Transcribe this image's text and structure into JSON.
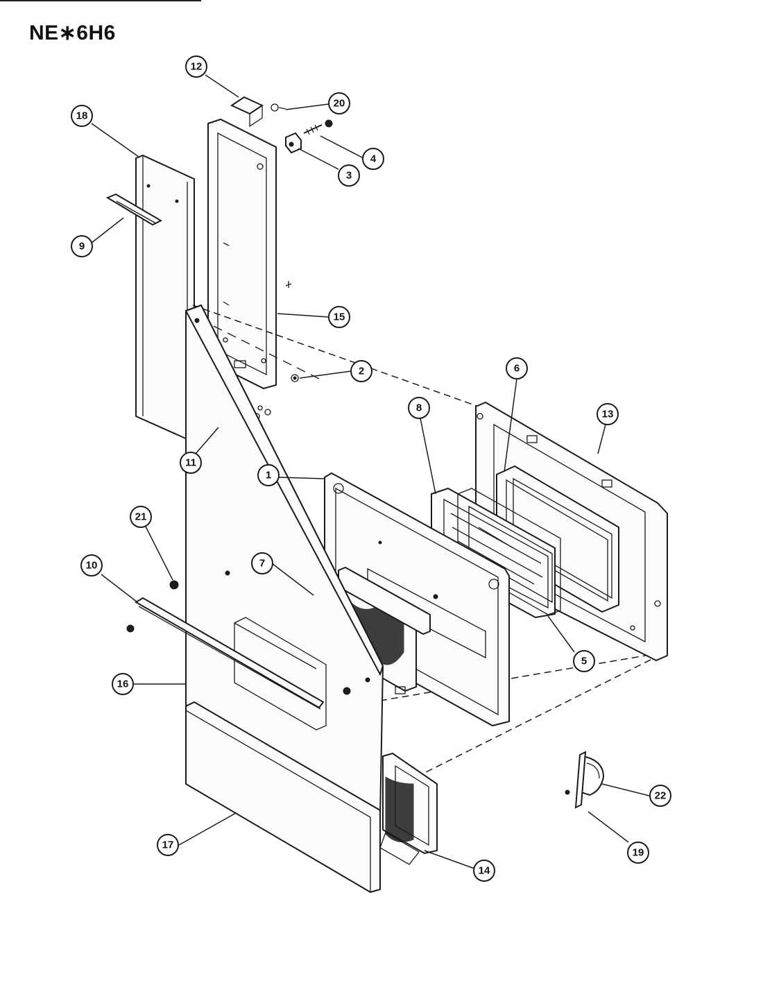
{
  "title": "NE∗6H6",
  "callouts": [
    {
      "id": "c12",
      "label": "12"
    },
    {
      "id": "c20",
      "label": "20"
    },
    {
      "id": "c18",
      "label": "18"
    },
    {
      "id": "c4",
      "label": "4"
    },
    {
      "id": "c3",
      "label": "3"
    },
    {
      "id": "c9",
      "label": "9"
    },
    {
      "id": "c15",
      "label": "15"
    },
    {
      "id": "c2",
      "label": "2"
    },
    {
      "id": "c11",
      "label": "11"
    },
    {
      "id": "c6",
      "label": "6"
    },
    {
      "id": "c8",
      "label": "8"
    },
    {
      "id": "c13",
      "label": "13"
    },
    {
      "id": "c1",
      "label": "1"
    },
    {
      "id": "c21",
      "label": "21"
    },
    {
      "id": "c10",
      "label": "10"
    },
    {
      "id": "c7",
      "label": "7"
    },
    {
      "id": "c16",
      "label": "16"
    },
    {
      "id": "c5",
      "label": "5"
    },
    {
      "id": "c22",
      "label": "22"
    },
    {
      "id": "c17",
      "label": "17"
    },
    {
      "id": "c19",
      "label": "19"
    },
    {
      "id": "c14",
      "label": "14"
    }
  ]
}
